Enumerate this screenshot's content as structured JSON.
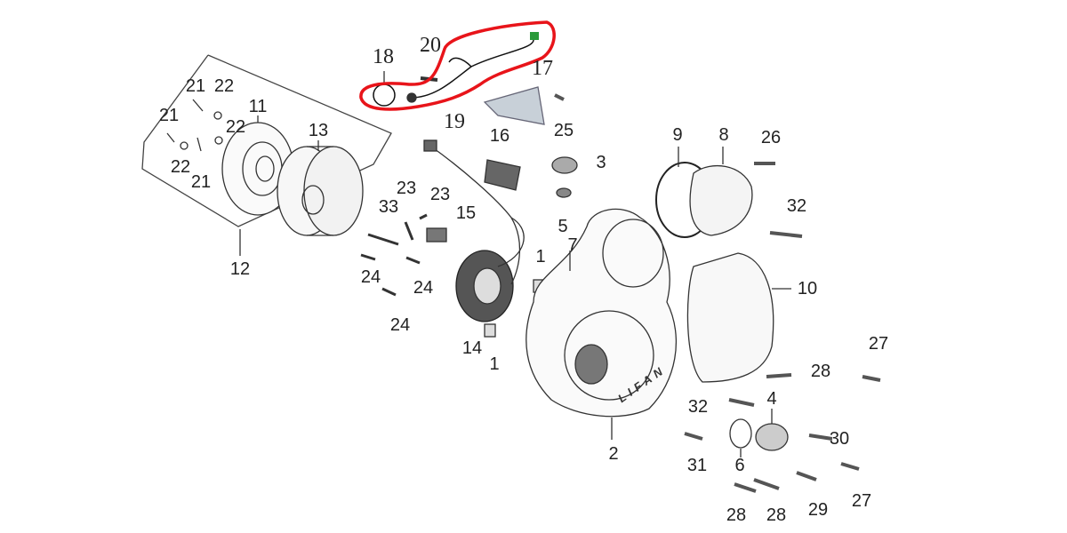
{
  "diagram": {
    "title": "",
    "highlight_color": "#e8141a",
    "brand_mark": "LIFAN",
    "labels": {
      "p18": "18",
      "p20": "20",
      "p17": "17",
      "p19": "19",
      "p25": "25",
      "p21a": "21",
      "p22a": "22",
      "p11": "11",
      "p13": "13",
      "p21b": "21",
      "p22b": "22",
      "p22c": "22",
      "p21c": "21",
      "p12": "12",
      "p16": "16",
      "p3": "3",
      "p5": "5",
      "p9": "9",
      "p8": "8",
      "p26": "26",
      "p32a": "32",
      "p10": "10",
      "p23a": "23",
      "p23b": "23",
      "p15": "15",
      "p33": "33",
      "p24a": "24",
      "p24b": "24",
      "p24c": "24",
      "p1a": "1",
      "p7": "7",
      "p14": "14",
      "p1b": "1",
      "p27a": "27",
      "p28a": "28",
      "p32b": "32",
      "p4": "4",
      "p30": "30",
      "p2": "2",
      "p31": "31",
      "p6": "6",
      "p29": "29",
      "p27b": "27",
      "p28b": "28",
      "p28c": "28"
    }
  }
}
